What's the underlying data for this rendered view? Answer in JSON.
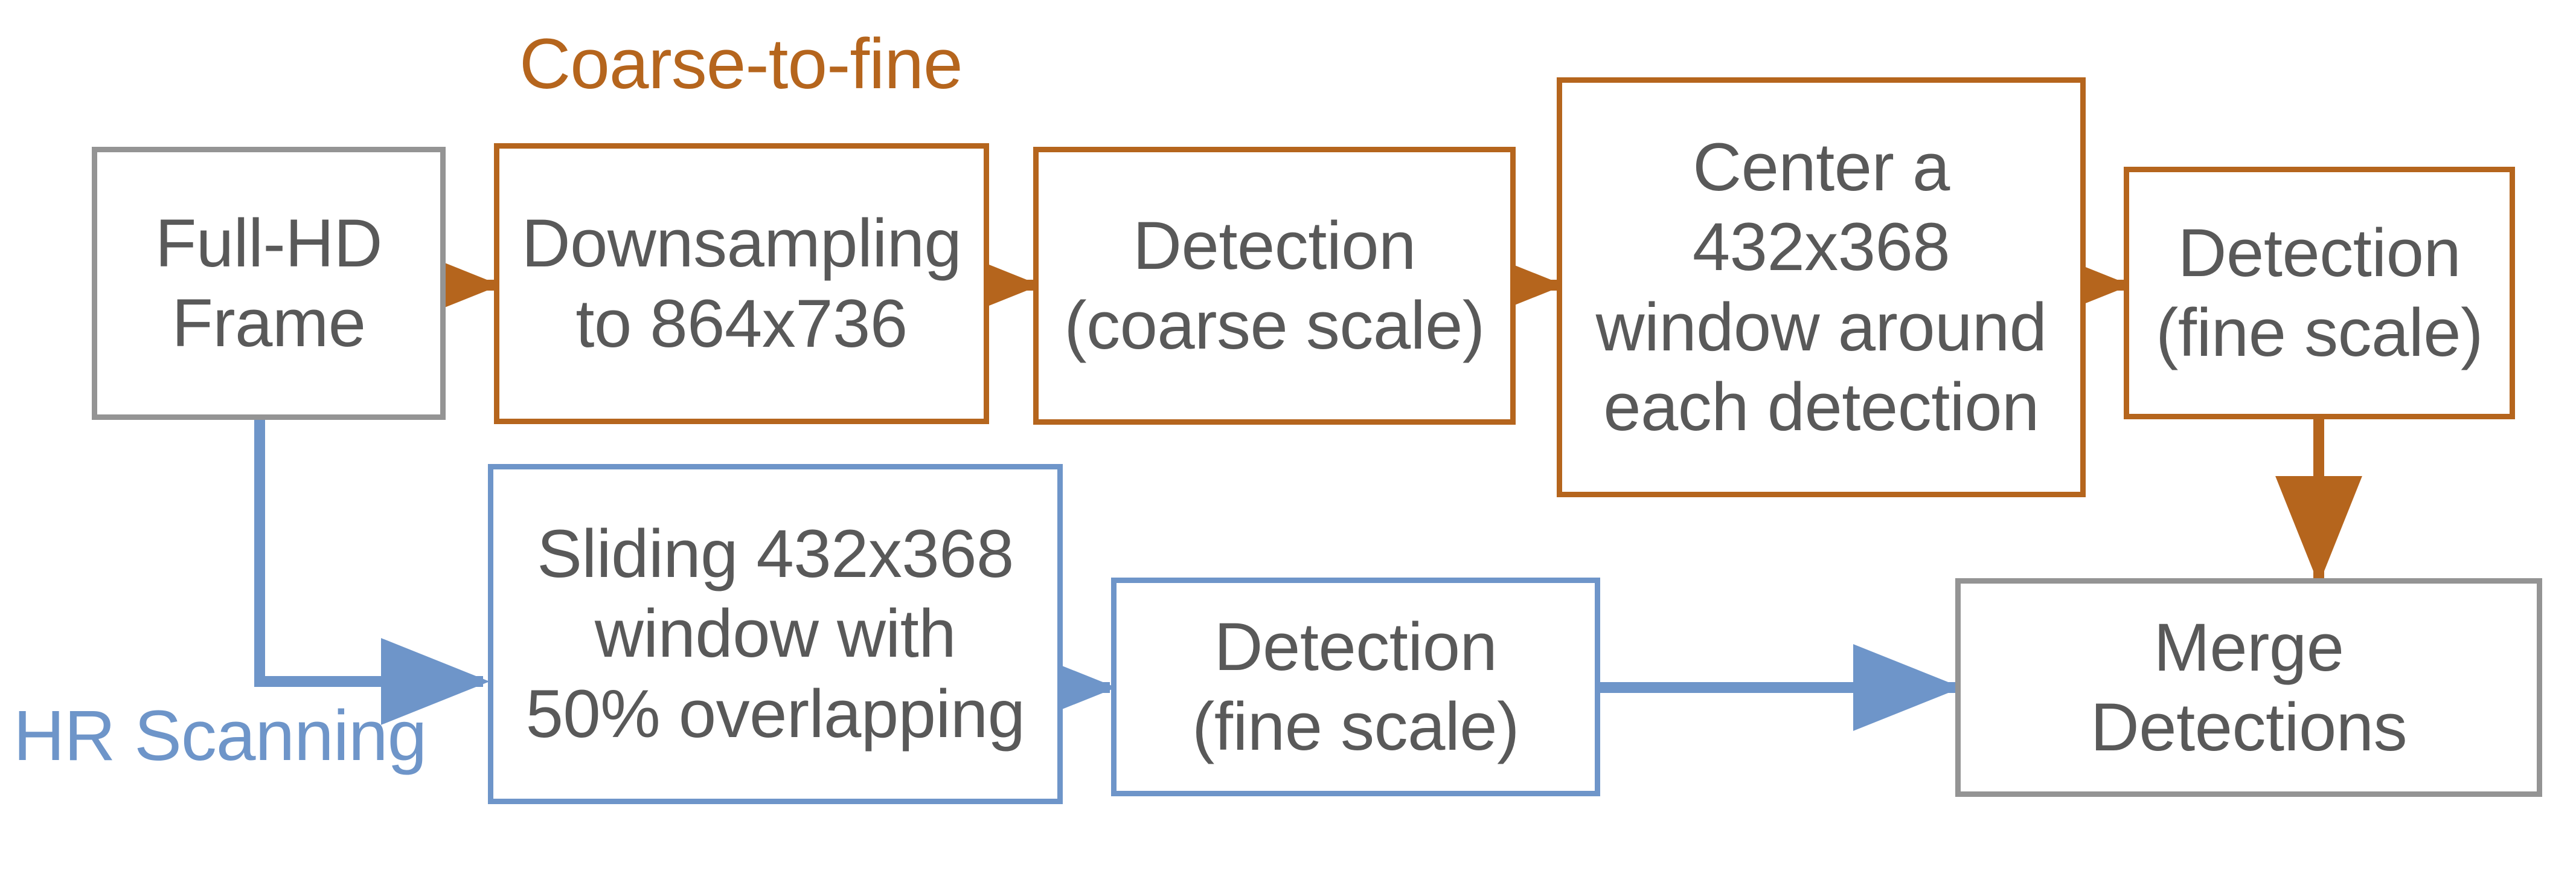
{
  "diagram": {
    "title": "Two-branch detection pipeline",
    "background": "#ffffff",
    "colors": {
      "orange": "#B5651D",
      "blue": "#6E95C9",
      "gray": "#949494",
      "text": "#595959"
    },
    "branch_labels": {
      "coarse_to_fine": "Coarse-to-fine",
      "hr_scanning": "HR Scanning"
    },
    "nodes": {
      "full_hd_frame": "Full-HD\nFrame",
      "downsampling": "Downsampling\nto 864x736",
      "detection_coarse": "Detection\n(coarse scale)",
      "center_window": "Center a\n432x368\nwindow around\neach detection",
      "detection_fine_top": "Detection\n(fine scale)",
      "sliding_window": "Sliding 432x368\nwindow with\n50% overlapping",
      "detection_fine_bottom": "Detection\n(fine scale)",
      "merge_detections": "Merge\nDetections"
    },
    "edges": [
      {
        "from": "full_hd_frame",
        "to": "downsampling",
        "color": "#B5651D"
      },
      {
        "from": "downsampling",
        "to": "detection_coarse",
        "color": "#B5651D"
      },
      {
        "from": "detection_coarse",
        "to": "center_window",
        "color": "#B5651D"
      },
      {
        "from": "center_window",
        "to": "detection_fine_top",
        "color": "#B5651D"
      },
      {
        "from": "detection_fine_top",
        "to": "merge_detections",
        "color": "#B5651D"
      },
      {
        "from": "full_hd_frame",
        "to": "sliding_window",
        "color": "#6E95C9"
      },
      {
        "from": "sliding_window",
        "to": "detection_fine_bottom",
        "color": "#6E95C9"
      },
      {
        "from": "detection_fine_bottom",
        "to": "merge_detections",
        "color": "#6E95C9"
      }
    ]
  }
}
